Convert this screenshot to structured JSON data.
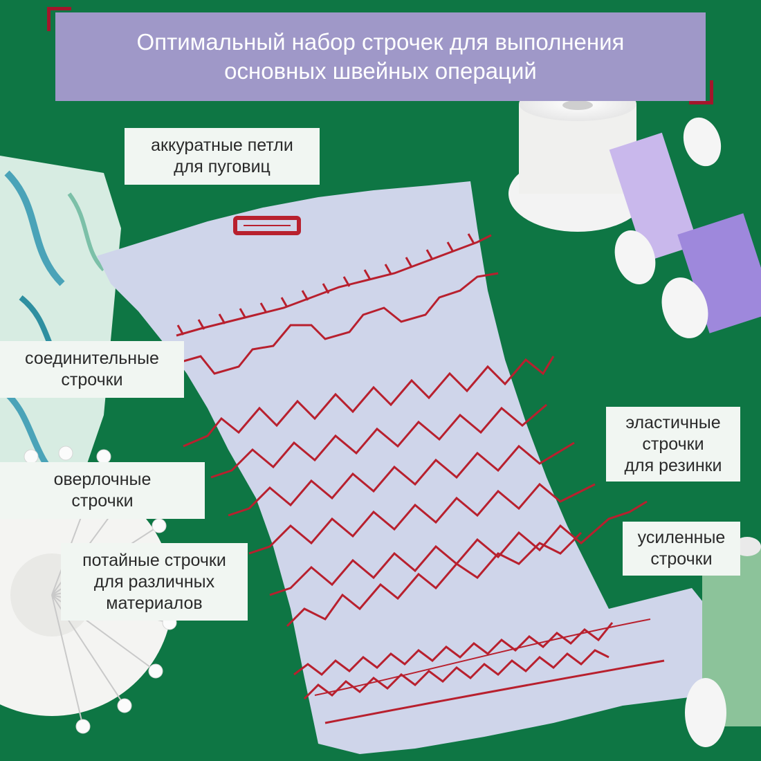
{
  "banner": {
    "line1": "Оптимальный набор строчек для выполнения",
    "line2": "основных швейных операций"
  },
  "labels": {
    "buttonholes": [
      "аккуратные петли",
      "для пуговиц"
    ],
    "connecting": [
      "соединительные",
      "строчки"
    ],
    "overlock": [
      "оверлочные",
      "строчки"
    ],
    "blind": [
      "потайные строчки",
      "для различных",
      "материалов"
    ],
    "elastic": [
      "эластичные",
      "строчки",
      "для резинки"
    ],
    "reinforced": [
      "усиленные",
      "строчки"
    ]
  },
  "colors": {
    "background": "#0f7a47",
    "banner": "#9f98c8",
    "accent": "#a3162b",
    "fabric": "#cfd5ea",
    "stitch": "#b8202e"
  }
}
